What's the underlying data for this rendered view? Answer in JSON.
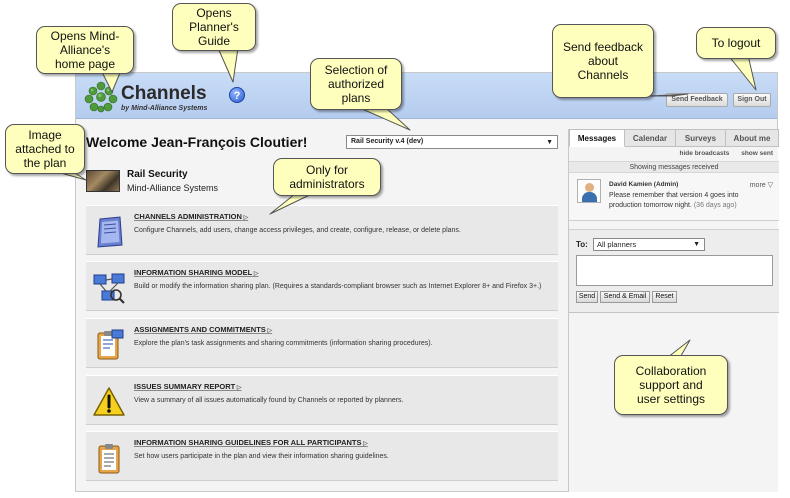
{
  "header": {
    "brand": "Channels",
    "brand_sub": "by Mind-Alliance Systems",
    "help_icon": "?",
    "feedback_label": "Send Feedback",
    "signout_label": "Sign Out"
  },
  "main": {
    "welcome": "Welcome Jean-François Cloutier!",
    "plan_select": "Rail Security v.4 (dev)",
    "plan_name": "Rail Security",
    "plan_org": "Mind-Alliance Systems",
    "items": [
      {
        "title": "CHANNELS ADMINISTRATION",
        "desc": "Configure Channels, add users, change access privileges, and create, configure, release, or delete plans.",
        "icon": "admin-tablet-icon"
      },
      {
        "title": "INFORMATION SHARING MODEL",
        "desc": "Build or modify the information sharing plan. (Requires a standards-compliant browser such as Internet Explorer 8+ and Firefox 3+.)",
        "icon": "network-model-icon"
      },
      {
        "title": "ASSIGNMENTS AND COMMITMENTS",
        "desc": "Explore the plan's task assignments and sharing commitments (information sharing procedures).",
        "icon": "assignments-clipboard-icon"
      },
      {
        "title": "ISSUES SUMMARY REPORT",
        "desc": "View a summary of all issues automatically found by Channels or reported by planners.",
        "icon": "warning-icon"
      },
      {
        "title": "INFORMATION SHARING GUIDELINES FOR ALL PARTICIPANTS",
        "desc": "Set how users participate in the plan and view their information sharing guidelines.",
        "icon": "guidelines-clipboard-icon"
      }
    ]
  },
  "panel": {
    "tabs": [
      "Messages",
      "Calendar",
      "Surveys",
      "About me"
    ],
    "links": [
      "hide broadcasts",
      "show sent"
    ],
    "status": "Showing messages received",
    "message": {
      "sender": "David Kamien (Admin)",
      "more": "more ▽",
      "text": "Please remember that version 4 goes into production tomorrow night.",
      "age": "(36 days ago)"
    },
    "compose": {
      "to_label": "To:",
      "to_value": "All planners",
      "send": "Send",
      "send_email": "Send & Email",
      "reset": "Reset"
    }
  },
  "callouts": {
    "home": [
      "Opens Mind-",
      "Alliance's",
      "home page"
    ],
    "guide": [
      "Opens",
      "Planner's",
      "Guide"
    ],
    "selection": [
      "Selection of",
      "authorized",
      "plans"
    ],
    "feedback": [
      "Send feedback",
      "about",
      "Channels"
    ],
    "logout": [
      "To logout"
    ],
    "image": [
      "Image",
      "attached to",
      "the plan"
    ],
    "admins": [
      "Only for",
      "administrators"
    ],
    "collab": [
      "Collaboration",
      "support and",
      "user settings"
    ]
  },
  "colors": {
    "header_blue": "#c8dcf6",
    "callout_yellow": "#ffffbd",
    "panel_gray": "#f4f4f4"
  }
}
